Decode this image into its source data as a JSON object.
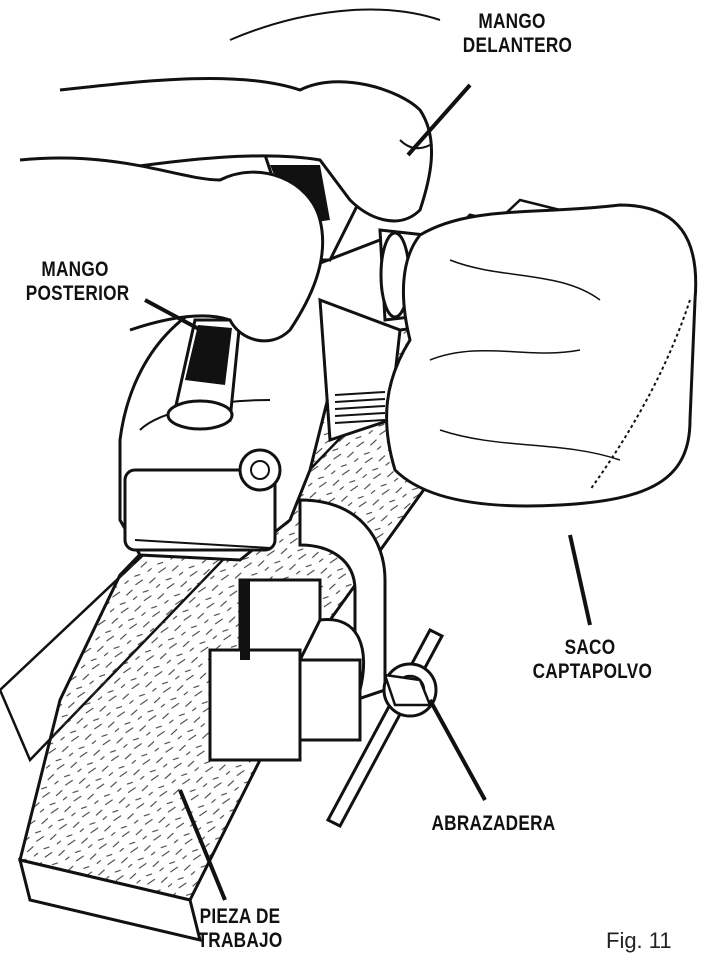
{
  "labels": {
    "front_handle": [
      "MANGO",
      "DELANTERO"
    ],
    "rear_handle": [
      "MANGO",
      "POSTERIOR"
    ],
    "dust_bag": [
      "SACO",
      "CAPTAPOLVO"
    ],
    "clamp": [
      "ABRAZADERA"
    ],
    "workpiece": [
      "PIEZA DE",
      "TRABAJO"
    ]
  },
  "caption": "Fig. 11"
}
